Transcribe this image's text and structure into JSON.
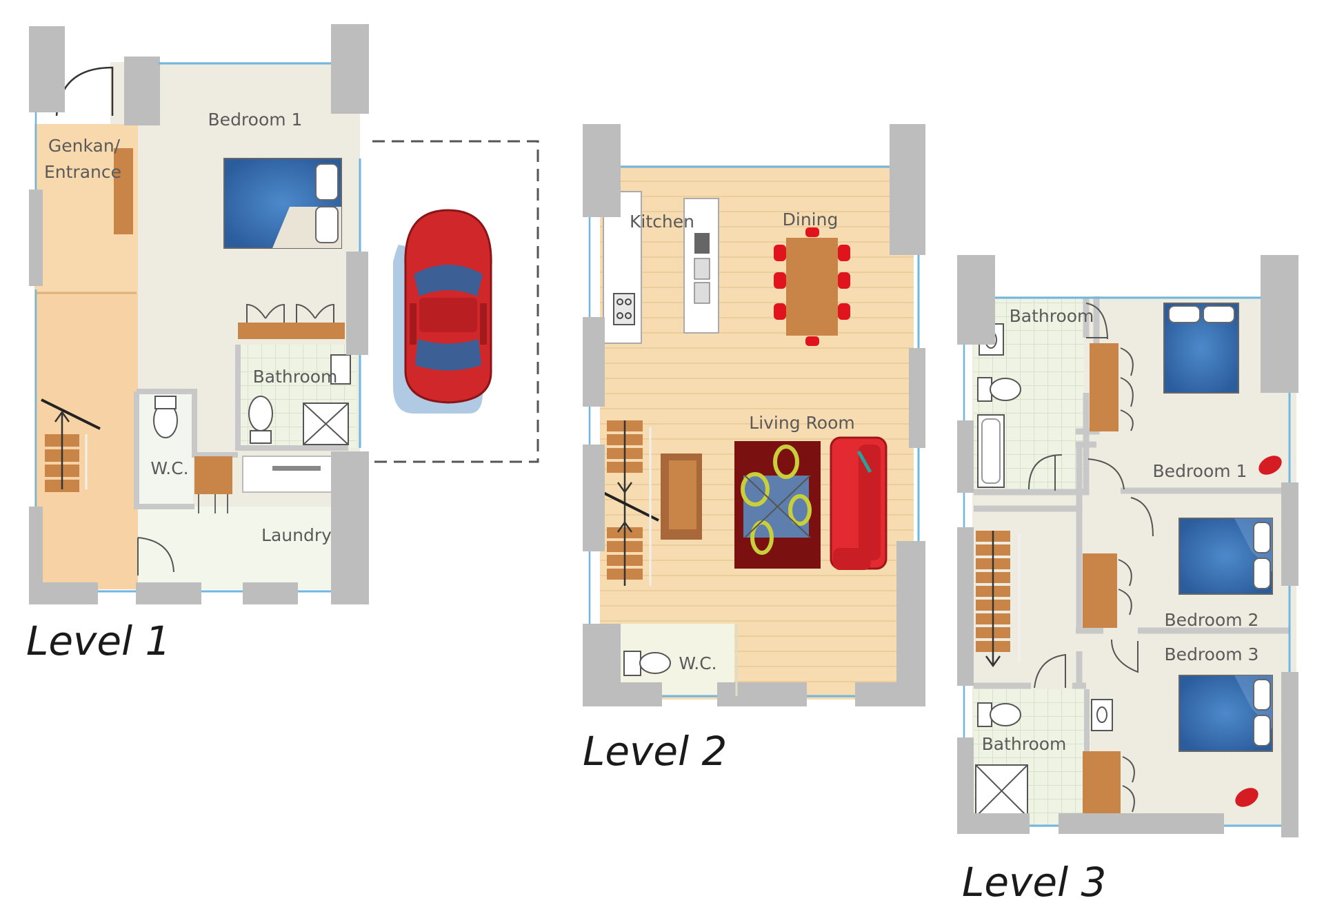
{
  "levels": [
    {
      "title": "Level 1",
      "rooms": {
        "entrance_line1": "Genkan/",
        "entrance_line2": "Entrance",
        "bedroom": "Bedroom 1",
        "bathroom": "Bathroom",
        "wc": "W.C.",
        "laundry": "Laundry"
      }
    },
    {
      "title": "Level 2",
      "rooms": {
        "kitchen": "Kitchen",
        "dining": "Dining",
        "living": "Living Room",
        "wc": "W.C."
      }
    },
    {
      "title": "Level 3",
      "rooms": {
        "bathroom_top": "Bathroom",
        "bedroom1": "Bedroom 1",
        "bedroom2": "Bedroom 2",
        "bedroom3": "Bedroom 3",
        "bathroom_bottom": "Bathroom"
      }
    }
  ],
  "colors": {
    "wall": "#bdbdbd",
    "wall_line": "#6fb6e0",
    "floor": "#eeebe0",
    "wood_floor": "#f6dcb0",
    "tile": "#eef3e4",
    "bed": "#2f64a8",
    "furniture": "#c98548",
    "car": "#d0282a",
    "sofa": "#e22a30",
    "rug": "#7a1010"
  }
}
